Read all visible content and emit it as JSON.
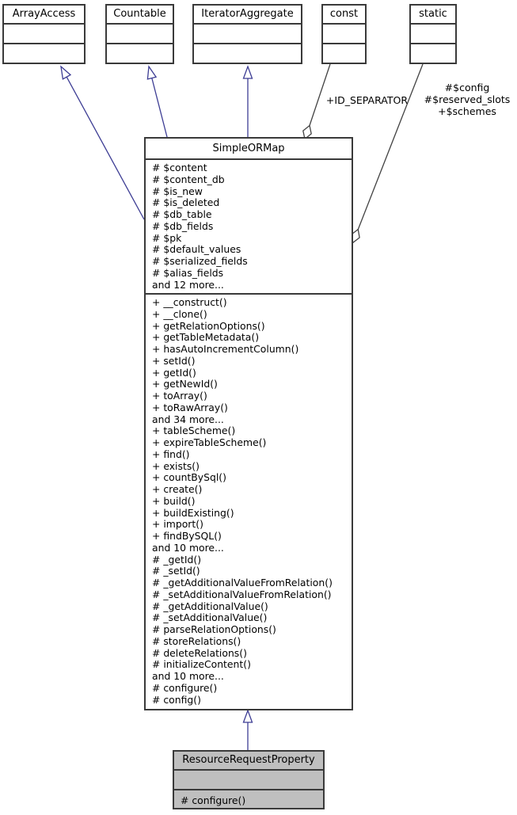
{
  "colors": {
    "background": "#ffffff",
    "box_border": "#3a3a3a",
    "box_fill": "#ffffff",
    "highlight_fill": "#bfbfbf",
    "inheritance_edge": "#3d3d94",
    "usage_edge": "#424242",
    "text": "#000000"
  },
  "interfaces": [
    {
      "name": "ArrayAccess"
    },
    {
      "name": "Countable"
    },
    {
      "name": "IteratorAggregate"
    },
    {
      "name": "const"
    },
    {
      "name": "static"
    }
  ],
  "main_class": {
    "name": "SimpleORMap",
    "attributes": [
      "# $content",
      "# $content_db",
      "# $is_new",
      "# $is_deleted",
      "# $db_table",
      "# $db_fields",
      "# $pk",
      "# $default_values",
      "# $serialized_fields",
      "# $alias_fields",
      "and 12 more..."
    ],
    "methods": [
      "+ __construct()",
      "+ __clone()",
      "+ getRelationOptions()",
      "+ getTableMetadata()",
      "+ hasAutoIncrementColumn()",
      "+ setId()",
      "+ getId()",
      "+ getNewId()",
      "+ toArray()",
      "+ toRawArray()",
      "and 34 more...",
      "+ tableScheme()",
      "+ expireTableScheme()",
      "+ find()",
      "+ exists()",
      "+ countBySql()",
      "+ create()",
      "+ build()",
      "+ buildExisting()",
      "+ import()",
      "+ findBySQL()",
      "and 10 more...",
      "# _getId()",
      "# _setId()",
      "# _getAdditionalValueFromRelation()",
      "# _setAdditionalValueFromRelation()",
      "# _getAdditionalValue()",
      "# _setAdditionalValue()",
      "# parseRelationOptions()",
      "# storeRelations()",
      "# deleteRelations()",
      "# initializeContent()",
      "and 10 more...",
      "# configure()",
      "# config()"
    ]
  },
  "derived_class": {
    "name": "ResourceRequestProperty",
    "methods": [
      "# configure()"
    ]
  },
  "edge_labels": {
    "const_member": "+ID_SEPARATOR",
    "static_members": [
      "#$config",
      "#$reserved_slots",
      "+$schemes"
    ]
  }
}
